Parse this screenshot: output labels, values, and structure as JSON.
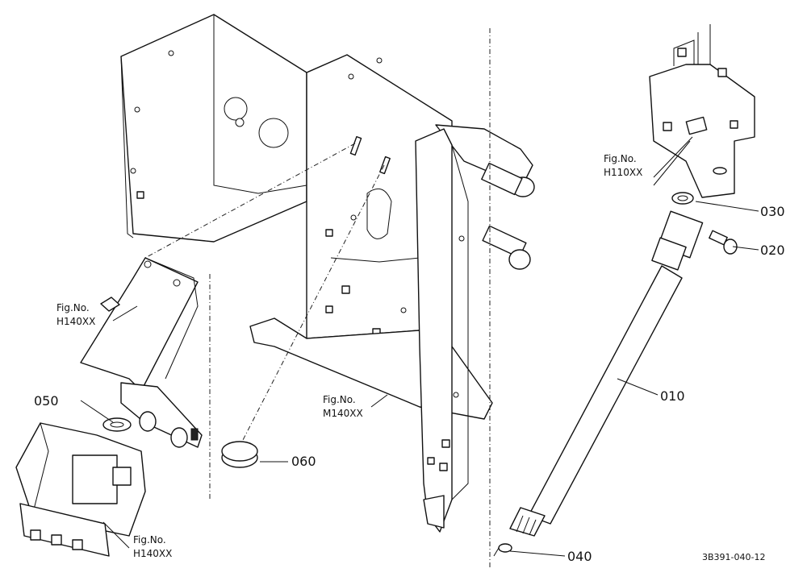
{
  "part_numbers": {
    "p010": "010",
    "p020": "020",
    "p030": "030",
    "p040": "040",
    "p050": "050",
    "p060": "060"
  },
  "figure_refs": {
    "h110": {
      "label": "Fig.No.",
      "code": "H110XX"
    },
    "h140_left": {
      "label": "Fig.No.",
      "code": "H140XX"
    },
    "m140": {
      "label": "Fig.No.",
      "code": "M140XX"
    },
    "h140_bottom": {
      "label": "Fig.No.",
      "code": "H140XX"
    }
  },
  "drawing_code": "3B391-040-12"
}
